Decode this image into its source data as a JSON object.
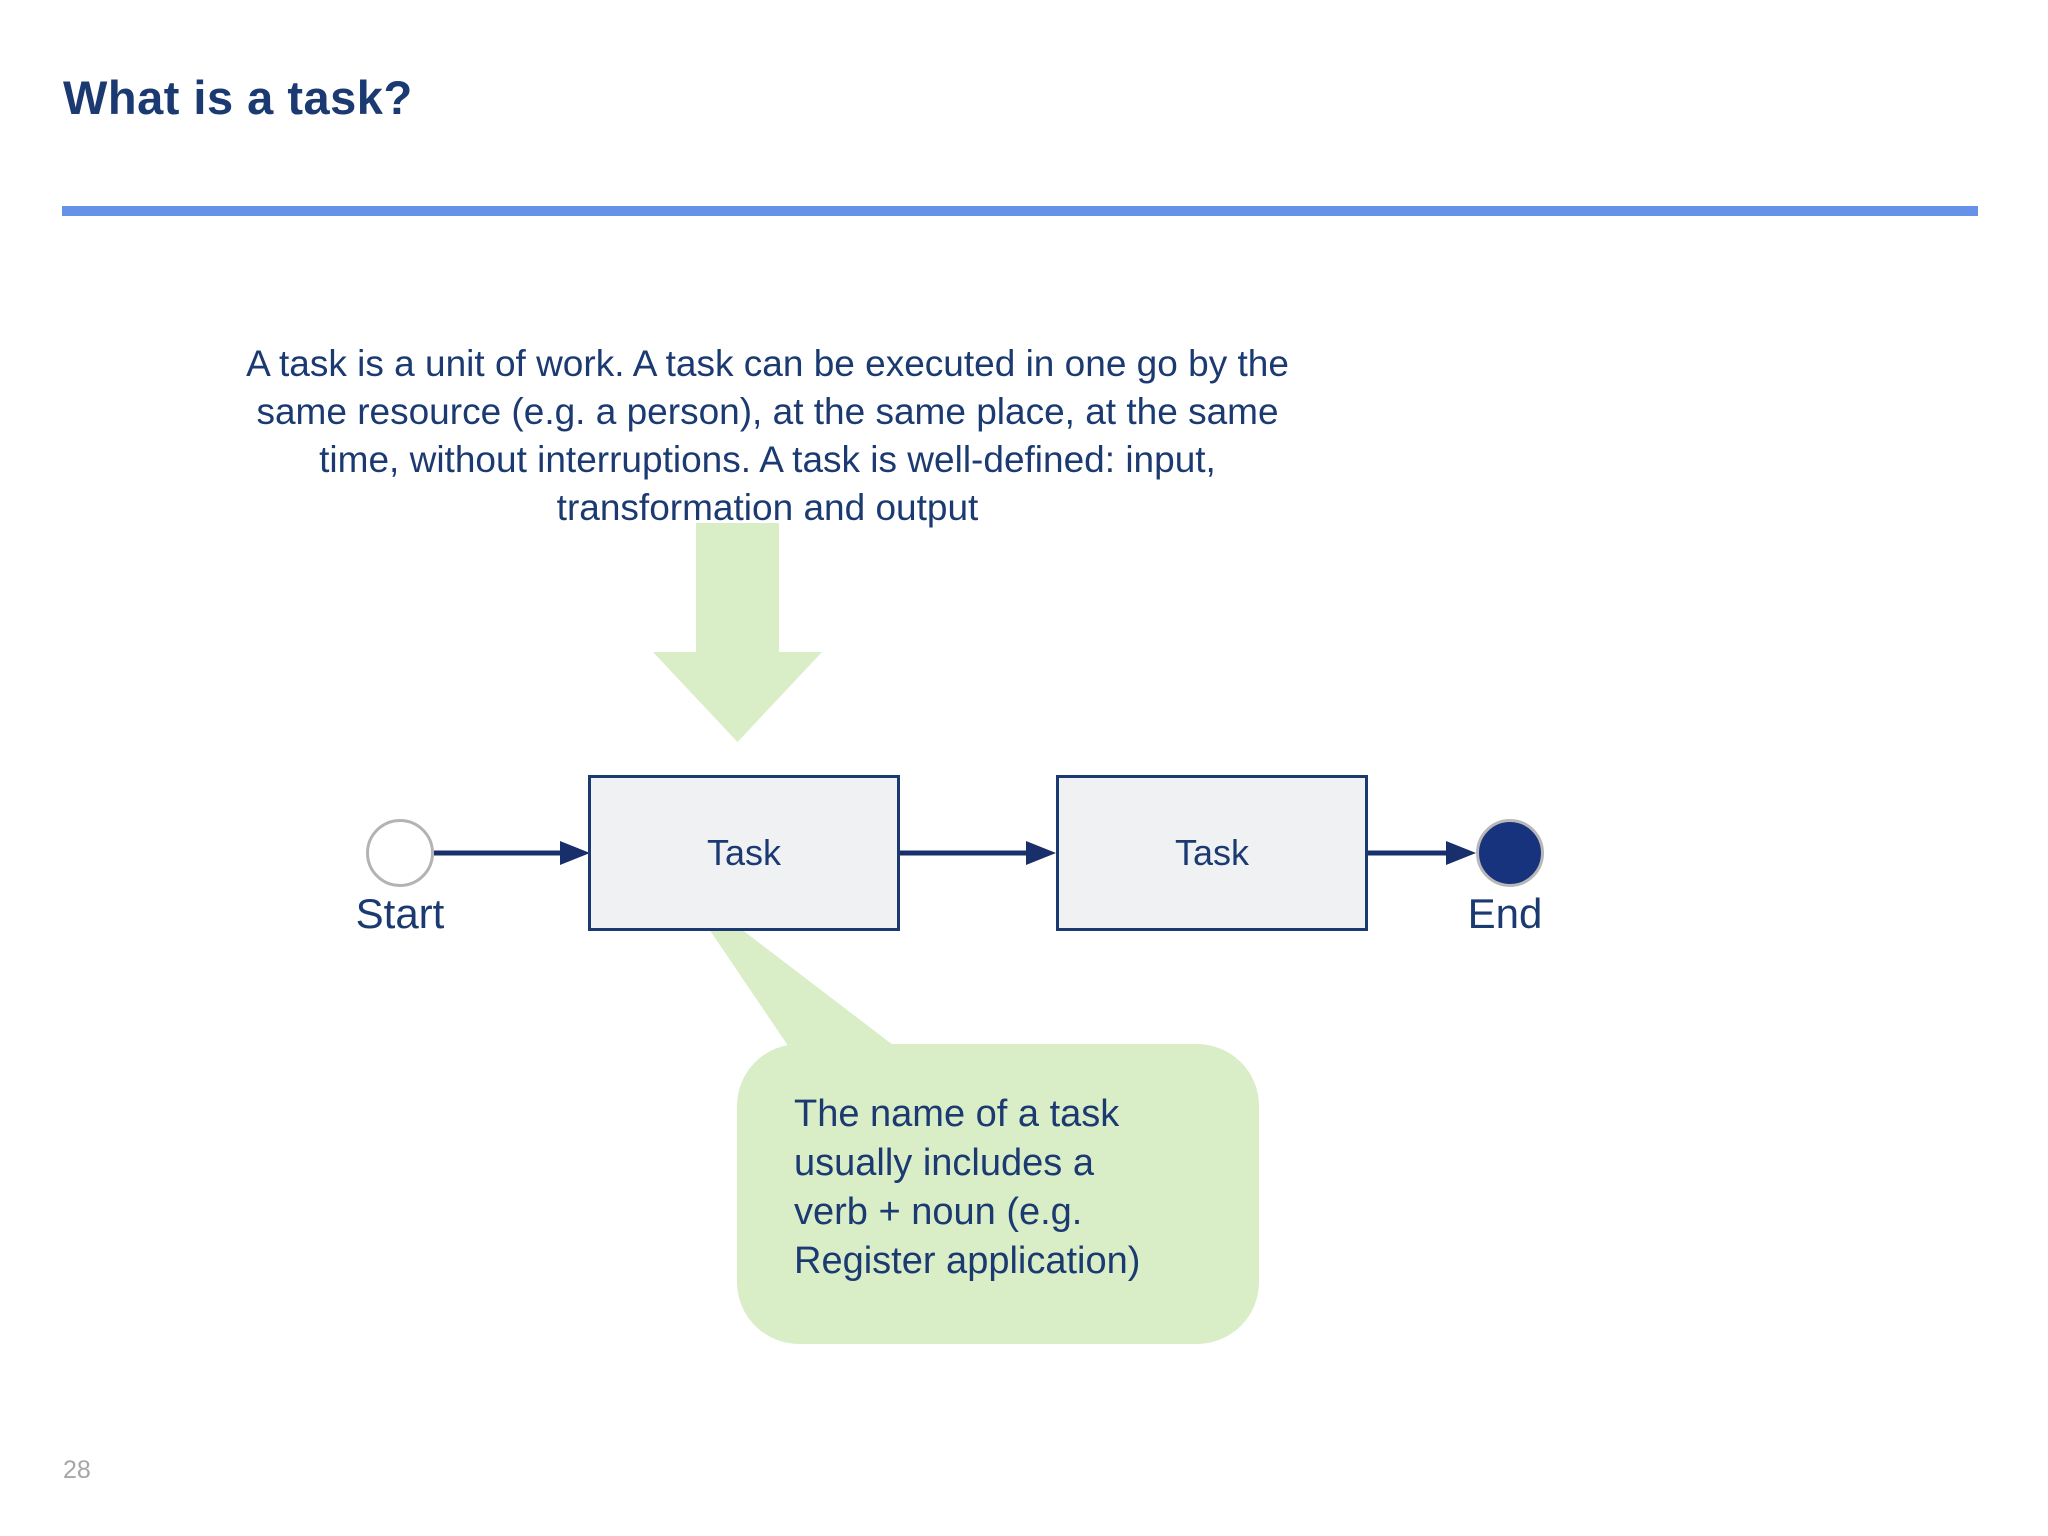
{
  "slide": {
    "title": "What is a task?",
    "page_number": "28"
  },
  "intro": {
    "lines": [
      "A task is a unit of work. A task can be executed in one go by the",
      "same resource (e.g. a person), at the same place, at the same",
      "time, without interruptions. A task is well-defined: input,",
      "transformation and output"
    ]
  },
  "diagram": {
    "start_label": "Start",
    "end_label": "End",
    "tasks": [
      {
        "label": "Task"
      },
      {
        "label": "Task"
      }
    ]
  },
  "callout": {
    "lines": [
      "The name of a task",
      "usually includes a",
      "verb + noun (e.g.",
      "Register application)"
    ]
  },
  "colors": {
    "navy_text": "#1c3a72",
    "accent_rule_blue": "#6691e8",
    "connector_navy": "#182f6b",
    "soft_green": "#d9edc6",
    "task_box_fill": "#f0f1f3",
    "task_box_border": "#1c3a72",
    "start_circle_border": "#b3b3b3",
    "end_circle_fill": "#17337d",
    "end_circle_border": "#b8b8b8",
    "page_number_gray": "#a6a6a6"
  }
}
